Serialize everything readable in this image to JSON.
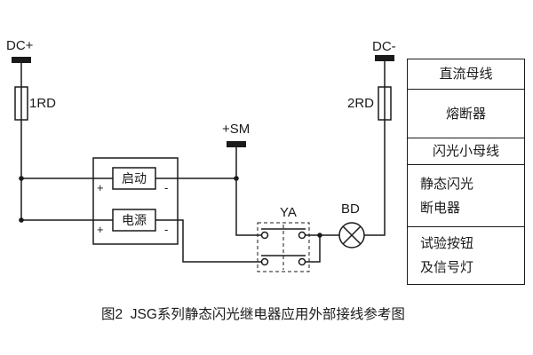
{
  "diagram": {
    "dc_plus": "DC+",
    "dc_minus": "DC-",
    "fuse1_label": "1RD",
    "fuse2_label": "2RD",
    "flash_bus_label": "+SM",
    "test_button_label": "YA",
    "lamp_label": "BD",
    "relay": {
      "start_label": "启动",
      "power_label": "电源",
      "plus": "+",
      "minus": "-"
    },
    "legend_rows": [
      {
        "lines": [
          "直流母线"
        ]
      },
      {
        "lines": [
          "熔断器"
        ]
      },
      {
        "lines": [
          "闪光小母线"
        ]
      },
      {
        "lines": [
          "静态闪光",
          "断电器"
        ]
      },
      {
        "lines": [
          "试验按钮",
          "及信号灯"
        ]
      }
    ],
    "caption": "图2  JSG系列静态闪光继电器应用外部接线参考图"
  }
}
